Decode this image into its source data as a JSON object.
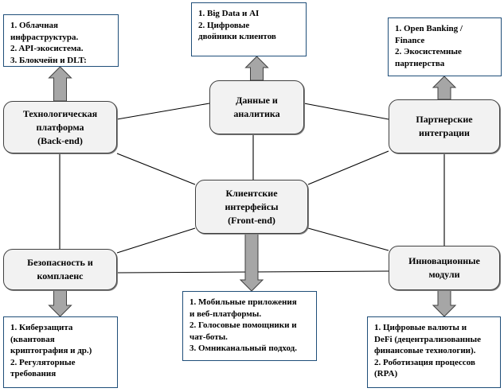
{
  "diagram": {
    "center": {
      "id": "front",
      "label": "Клиентские\nинтерфейсы\n(Front-end)"
    },
    "nodes": [
      {
        "id": "back",
        "label": "Технологическая\nплатформа\n(Back-end)"
      },
      {
        "id": "data",
        "label": "Данные и\nаналитика"
      },
      {
        "id": "partner",
        "label": "Партнерские\nинтеграции"
      },
      {
        "id": "security",
        "label": "Безопасность и\nкомплаенс"
      },
      {
        "id": "innov",
        "label": "Инновационные\nмодули"
      }
    ],
    "notes": [
      {
        "for": "back",
        "arrow": "up",
        "lines": [
          "1. Облачная",
          "инфраструктура.",
          "2. API-экосистема.",
          "3. Блокчейн и DLT:"
        ]
      },
      {
        "for": "data",
        "arrow": "up",
        "lines": [
          "1. Big Data и AI",
          "2. Цифровые",
          "двойники клиентов"
        ]
      },
      {
        "for": "partner",
        "arrow": "up",
        "lines": [
          "1. Open Banking /",
          "Finance",
          "2. Экосистемные",
          "партнерства"
        ]
      },
      {
        "for": "front",
        "arrow": "down",
        "lines": [
          "1. Мобильные приложения",
          "и веб-платформы.",
          "2. Голосовые помощники и",
          "чат-боты.",
          "3. Омниканальный подход."
        ]
      },
      {
        "for": "security",
        "arrow": "down",
        "lines": [
          "1. Киберзащита",
          "(квантовая",
          "криптография и др.)",
          "2. Регуляторные",
          "требования"
        ]
      },
      {
        "for": "innov",
        "arrow": "down",
        "lines": [
          "1. Цифровые валюты и",
          "DeFi (децентрализованные",
          "финансовые технологии).",
          "2. Роботизация процессов",
          "(RPA)"
        ]
      }
    ],
    "edges": [
      [
        "back",
        "data"
      ],
      [
        "data",
        "partner"
      ],
      [
        "data",
        "front"
      ],
      [
        "back",
        "front"
      ],
      [
        "partner",
        "front"
      ],
      [
        "back",
        "security"
      ],
      [
        "partner",
        "innov"
      ],
      [
        "security",
        "front"
      ],
      [
        "innov",
        "front"
      ],
      [
        "security",
        "innov"
      ]
    ],
    "colors": {
      "node_fill": "#f2f2f2",
      "node_border": "#404040",
      "note_border": "#1f4e79",
      "arrow_fill": "#a6a6a6",
      "arrow_stroke": "#404040",
      "edge": "#000000"
    }
  }
}
